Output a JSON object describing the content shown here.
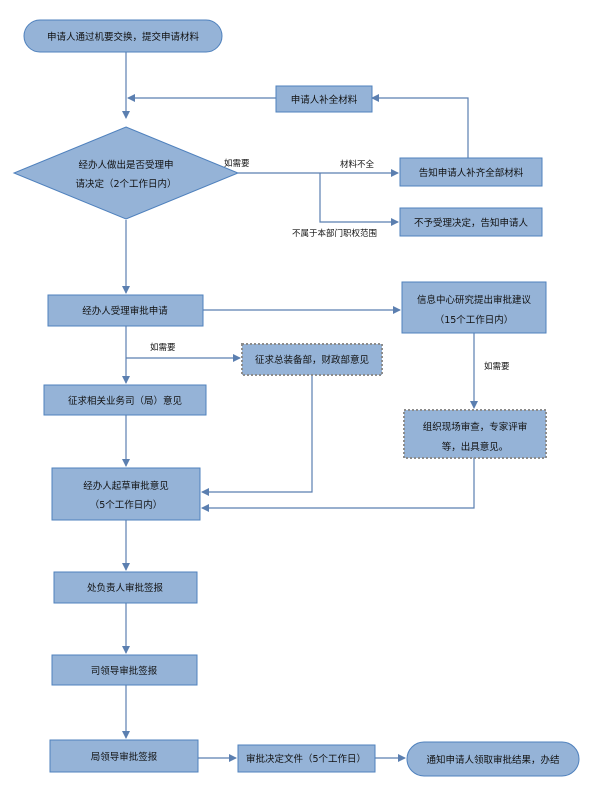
{
  "colors": {
    "node_fill": "#95b3d7",
    "node_stroke": "#4f81bd",
    "connector": "#5b7fb0",
    "dotted_border": "#8c8c8c"
  },
  "nodes": {
    "start": "申请人通过机要交换，提交申请材料",
    "supplement": "申请人补全材料",
    "decision_line1": "经办人做出是否受理申",
    "decision_line2": "请决定（2个工作日内）",
    "notify_supplement": "告知申请人补齐全部材料",
    "reject": "不予受理决定，告知申请人",
    "accept": "经办人受理审批申请",
    "info_center_line1": "信息中心研究提出审批建议",
    "info_center_line2": "（15个工作日内）",
    "consult_finance": "征求总装备部，财政部意见",
    "consult_related": "征求相关业务司（局）意见",
    "field_review_line1": "组织现场审查，专家评审",
    "field_review_line2": "等，出具意见。",
    "draft_line1": "经办人起草审批意见",
    "draft_line2": "（5个工作日内）",
    "division_head": "处负责人审批签报",
    "dept_leader": "司领导审批签报",
    "bureau_leader": "局领导审批签报",
    "decision_doc": "审批决定文件（5个工作日）",
    "end": "通知申请人领取审批结果，办结"
  },
  "labels": {
    "if_needed_1": "如需要",
    "incomplete": "材料不全",
    "out_of_scope": "不属于本部门职权范围",
    "if_needed_2": "如需要",
    "if_needed_3": "如需要"
  }
}
